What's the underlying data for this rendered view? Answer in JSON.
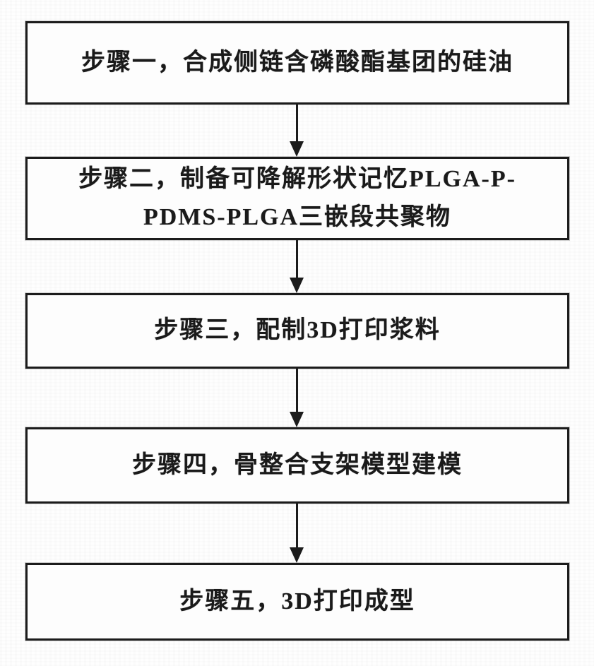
{
  "diagram": {
    "type": "flowchart",
    "direction": "top-to-bottom",
    "ink_color": "#1c1c1c",
    "paper_color": "#fdfdfd",
    "steps": [
      {
        "id": "step-1",
        "label": "步骤一，合成侧链含磷酸酯基团的硅油"
      },
      {
        "id": "step-2",
        "label": "步骤二，制备可降解形状记忆PLGA-P-\nPDMS-PLGA三嵌段共聚物"
      },
      {
        "id": "step-3",
        "label": "步骤三，配制3D打印浆料"
      },
      {
        "id": "step-4",
        "label": "步骤四，骨整合支架模型建模"
      },
      {
        "id": "step-5",
        "label": "步骤五，3D打印成型"
      }
    ],
    "connectors": [
      {
        "from": "step-1",
        "to": "step-2",
        "style": "arrow-down"
      },
      {
        "from": "step-2",
        "to": "step-3",
        "style": "arrow-down"
      },
      {
        "from": "step-3",
        "to": "step-4",
        "style": "arrow-down"
      },
      {
        "from": "step-4",
        "to": "step-5",
        "style": "arrow-down"
      }
    ]
  }
}
